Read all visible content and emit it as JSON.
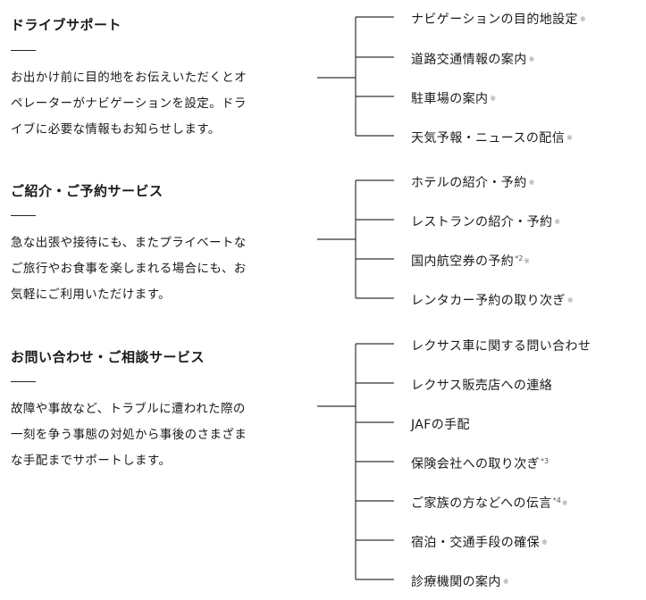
{
  "sections": [
    {
      "title": "ドライブサポート",
      "description": [
        "お出かけ前に目的地をお伝えいただくとオ",
        "ペレーターがナビゲーションを設定。ドラ",
        "イブに必要な情報もお知らせします。"
      ],
      "items": [
        {
          "label": "ナビゲーションの目的地設定",
          "note": "",
          "mark": "※"
        },
        {
          "label": "道路交通情報の案内",
          "note": "",
          "mark": "※"
        },
        {
          "label": "駐車場の案内",
          "note": "",
          "mark": "※"
        },
        {
          "label": "天気予報・ニュースの配信",
          "note": "",
          "mark": "※"
        }
      ]
    },
    {
      "title": "ご紹介・ご予約サービス",
      "description": [
        "急な出張や接待にも、またプライベートな",
        "ご旅行やお食事を楽しまれる場合にも、お",
        "気軽にご利用いただけます。"
      ],
      "items": [
        {
          "label": "ホテルの紹介・予約",
          "note": "",
          "mark": "※"
        },
        {
          "label": "レストランの紹介・予約",
          "note": "",
          "mark": "※"
        },
        {
          "label": "国内航空券の予約",
          "note": "*2",
          "mark": "※"
        },
        {
          "label": "レンタカー予約の取り次ぎ",
          "note": "",
          "mark": "※"
        }
      ]
    },
    {
      "title": "お問い合わせ・ご相談サービス",
      "description": [
        "故障や事故など、トラブルに遭われた際の",
        "一刻を争う事態の対処から事後のさまざま",
        "な手配までサポートします。"
      ],
      "items": [
        {
          "label": "レクサス車に関する問い合わせ",
          "note": "",
          "mark": ""
        },
        {
          "label": "レクサス販売店への連絡",
          "note": "",
          "mark": ""
        },
        {
          "label": "JAFの手配",
          "note": "",
          "mark": ""
        },
        {
          "label": "保険会社への取り次ぎ",
          "note": "*3",
          "mark": ""
        },
        {
          "label": "ご家族の方などへの伝言",
          "note": "*4",
          "mark": "※"
        },
        {
          "label": "宿泊・交通手段の確保",
          "note": "",
          "mark": "※"
        },
        {
          "label": "診療機関の案内",
          "note": "",
          "mark": "※"
        }
      ]
    }
  ]
}
